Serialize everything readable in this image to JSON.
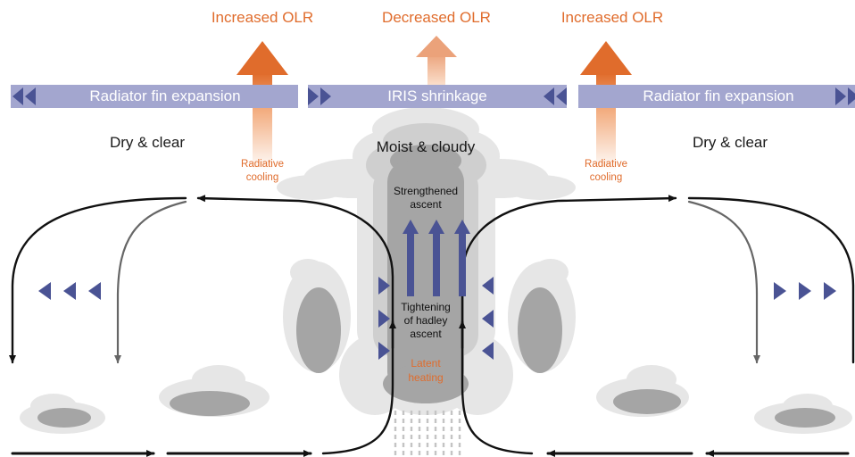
{
  "olr": {
    "left": "Increased OLR",
    "center": "Decreased OLR",
    "right": "Increased OLR"
  },
  "bands": {
    "left": "Radiator fin expansion",
    "center": "IRIS shrinkage",
    "right": "Radiator fin expansion"
  },
  "regions": {
    "left": "Dry & clear",
    "center": "Moist & cloudy",
    "right": "Dry & clear"
  },
  "cooling": {
    "left": "Radiative\ncooling",
    "right": "Radiative\ncooling"
  },
  "core": {
    "ascent": "Strengthened\nascent",
    "tightening": "Tightening\nof hadley\nascent",
    "latent": "Latent\nheating"
  },
  "colors": {
    "orange": "#e06c2c",
    "orange_light": "#f0a878",
    "band": "#a3a6cf",
    "blue": "#4a5394",
    "cloud_light": "#e6e6e6",
    "cloud_mid": "#cfcfcf",
    "cloud_dark": "#a5a5a5",
    "line_dark": "#111111",
    "line_gray": "#666666"
  }
}
